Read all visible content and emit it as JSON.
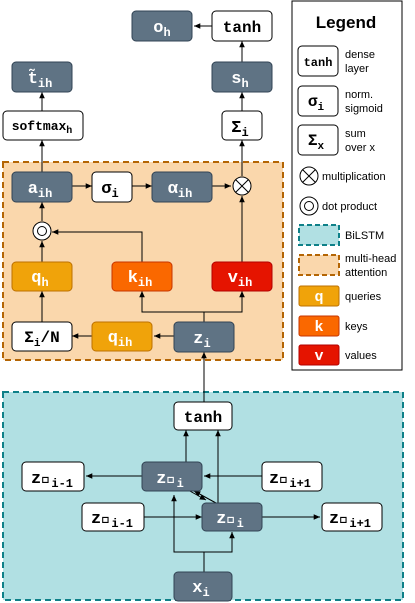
{
  "nodes": {
    "o_h": "o",
    "o_h_sub": "h",
    "tanh_top": "tanh",
    "t_ih": "t̃",
    "t_ih_sub": "ih",
    "s_h": "s",
    "s_h_sub": "h",
    "softmax": "softmax",
    "softmax_sub": "h",
    "sum_i": "Σ",
    "sum_i_sub": "i",
    "a_ih": "a",
    "a_ih_sub": "ih",
    "sigma_i": "σ",
    "sigma_i_sub": "i",
    "alpha_ih": "α",
    "alpha_ih_sub": "ih",
    "q_h": "q",
    "q_h_sub": "h",
    "k_ih": "k",
    "k_ih_sub": "ih",
    "v_ih": "v",
    "v_ih_sub": "ih",
    "sum_norm": "Σ",
    "sum_norm_sub": "i",
    "sum_norm_rest": "/N",
    "q_ih": "q",
    "q_ih_sub": "ih",
    "z_i": "z",
    "z_i_sub": "i",
    "tanh_mid": "tanh",
    "zb_prev": "z⃖",
    "zb_prev_sub": "i-1",
    "zb_i": "z⃖",
    "zb_i_sub": "i",
    "zb_next": "z⃖",
    "zb_next_sub": "i+1",
    "zf_prev": "z⃗",
    "zf_prev_sub": "i-1",
    "zf_i": "z⃗",
    "zf_i_sub": "i",
    "zf_next": "z⃗",
    "zf_next_sub": "i+1",
    "x_i": "x",
    "x_i_sub": "i"
  },
  "legend": {
    "title": "Legend",
    "tanh_symbol": "tanh",
    "tanh_label_1": "dense",
    "tanh_label_2": "layer",
    "sigma_symbol": "σ",
    "sigma_symbol_sub": "i",
    "sigma_label_1": "norm.",
    "sigma_label_2": "sigmoid",
    "sum_symbol": "Σ",
    "sum_symbol_sub": "x",
    "sum_label_1": "sum",
    "sum_label_2": "over x",
    "multiplication": "multiplication",
    "dot_product": "dot product",
    "bilstm": "BiLSTM",
    "mha_1": "multi-head",
    "mha_2": "attention",
    "queries_symbol": "q",
    "queries": "queries",
    "keys_symbol": "k",
    "keys": "keys",
    "values_symbol": "v",
    "values": "values"
  },
  "colors": {
    "dark_node": "#5f7384",
    "white_node": "#ffffff",
    "query": "#f0a30a",
    "key": "#fa6800",
    "value": "#e51400",
    "bilstm_fill": "#b1e0e3",
    "bilstm_border": "#0e8088",
    "mha_fill": "#fad7ac",
    "mha_border": "#b46504"
  }
}
